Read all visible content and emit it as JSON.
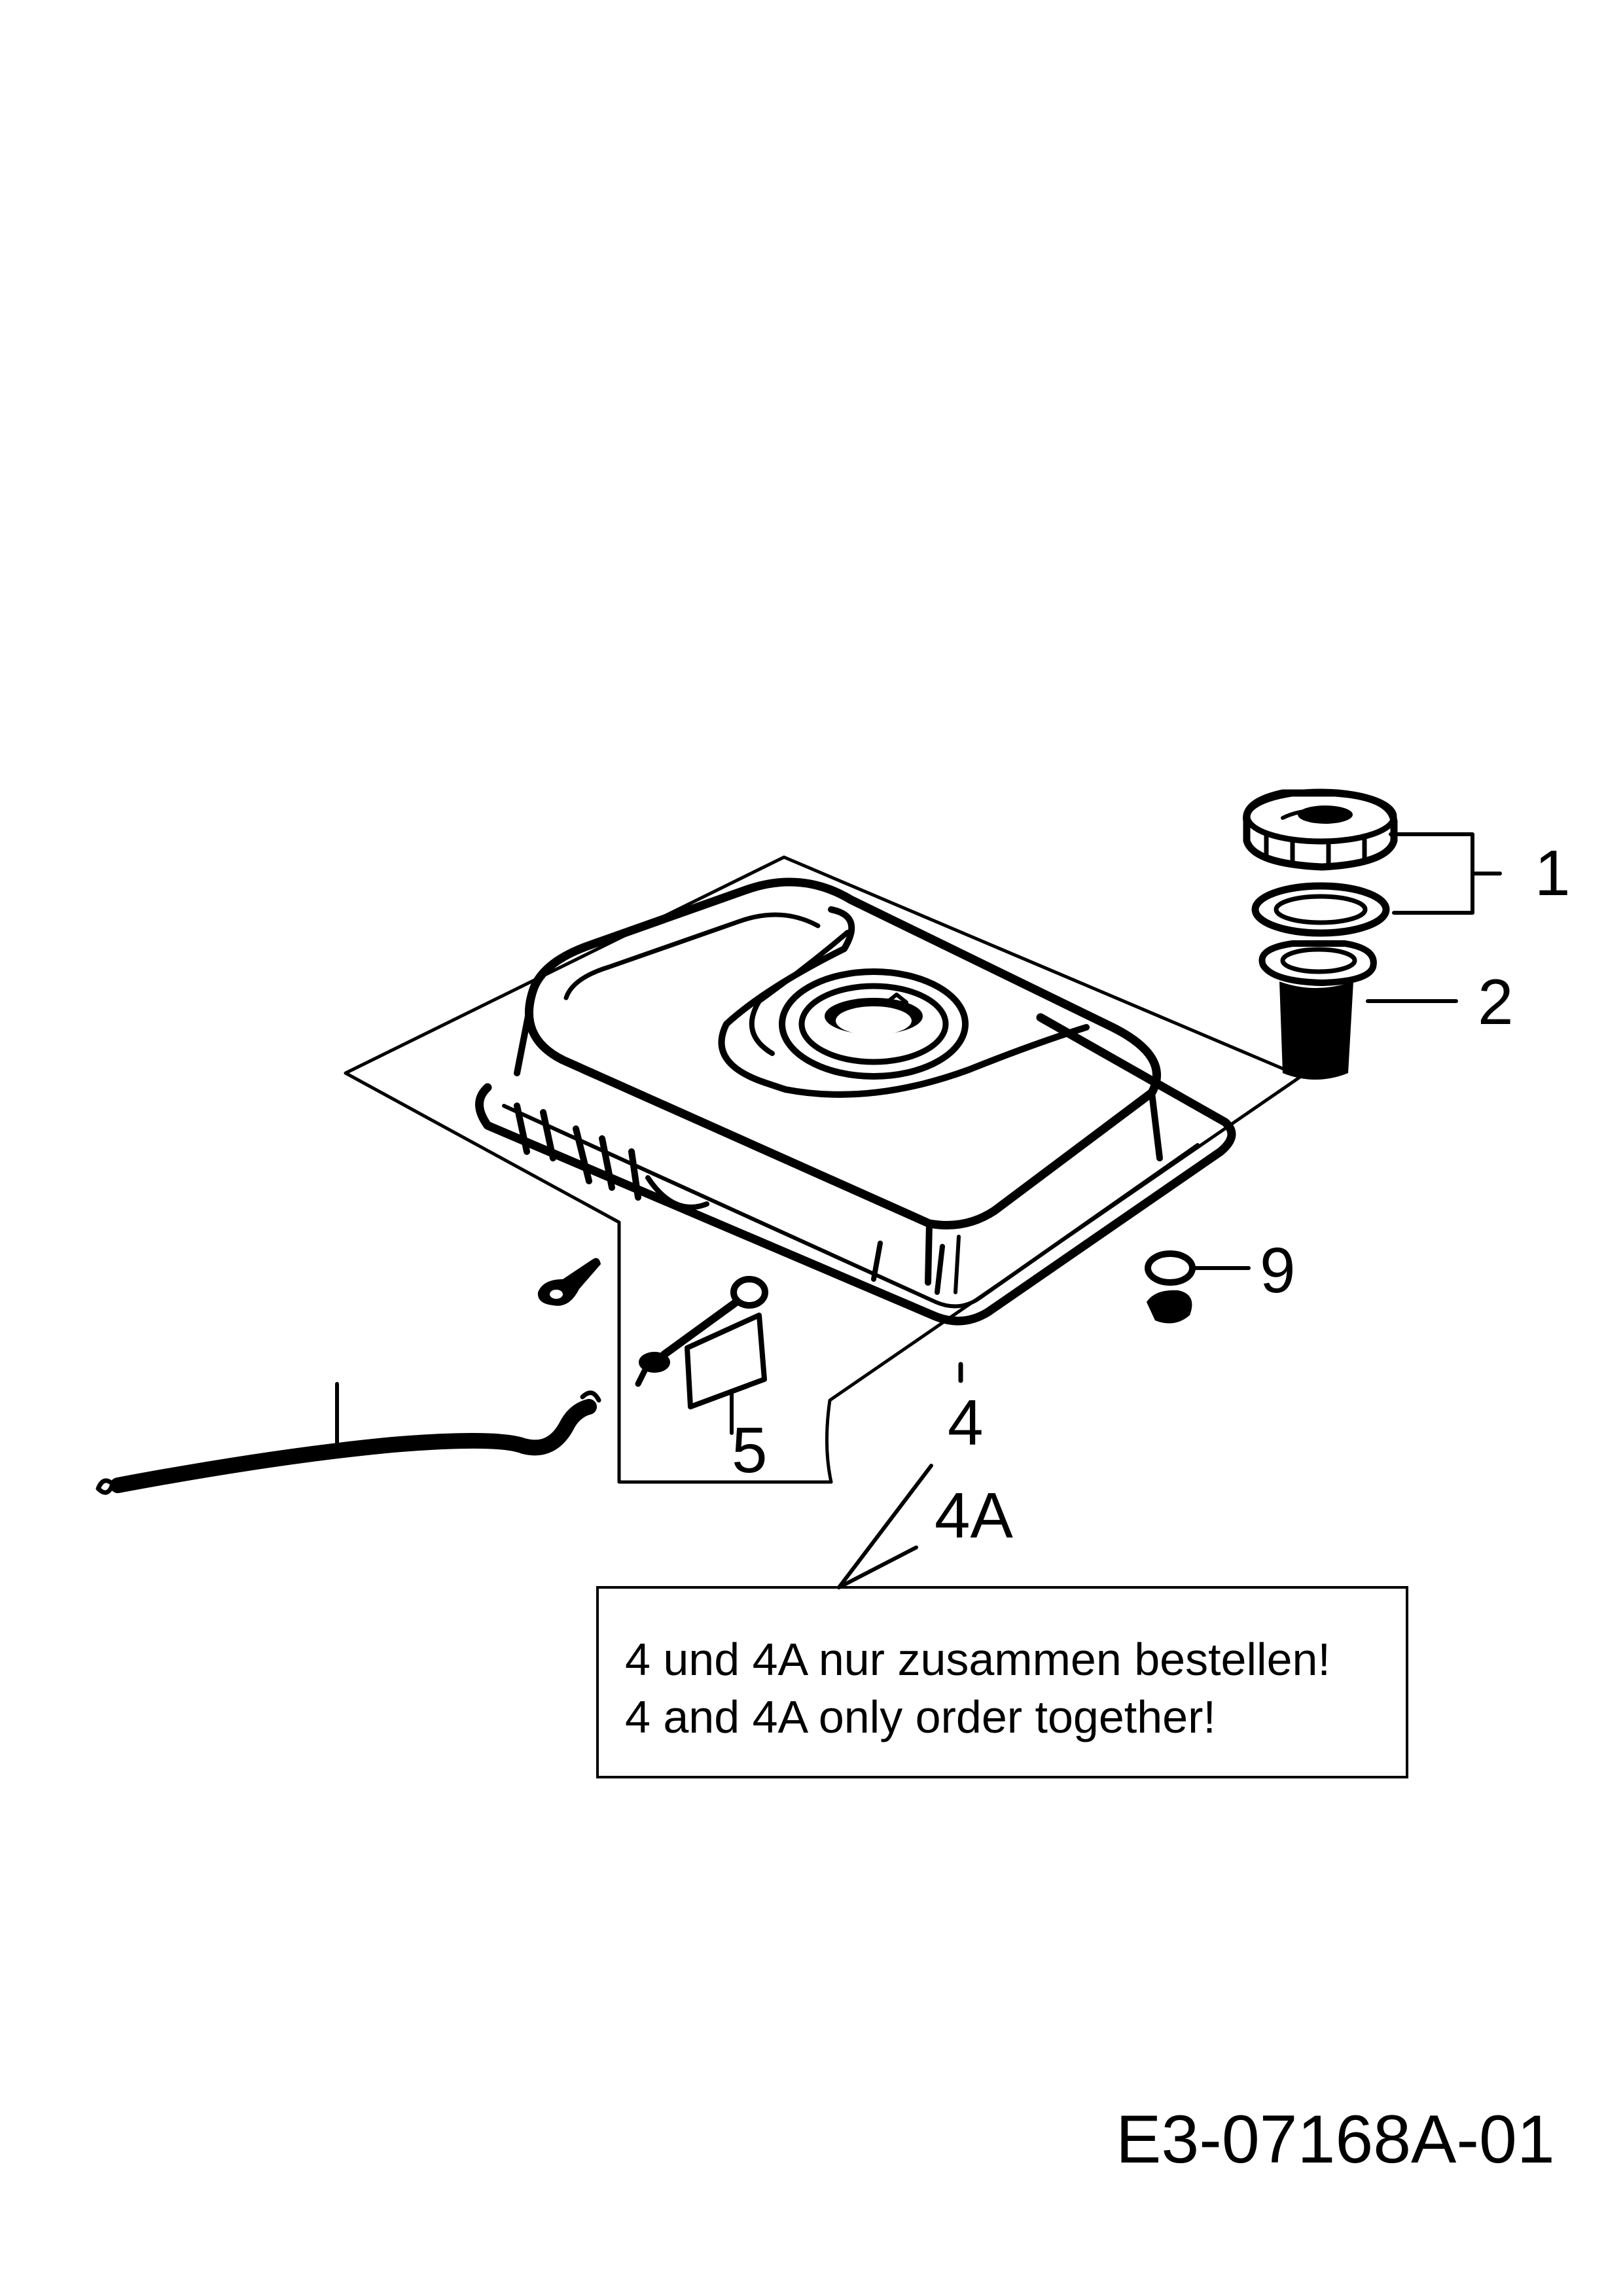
{
  "callouts": {
    "c1": "1",
    "c2": "2",
    "c4": "4",
    "c4a": "4A",
    "c5": "5",
    "c9": "9"
  },
  "note": {
    "line1": "4 und 4A nur zusammen bestellen!",
    "line2": "4 and 4A only order together!"
  },
  "drawing_code": "E3-07168A-01"
}
